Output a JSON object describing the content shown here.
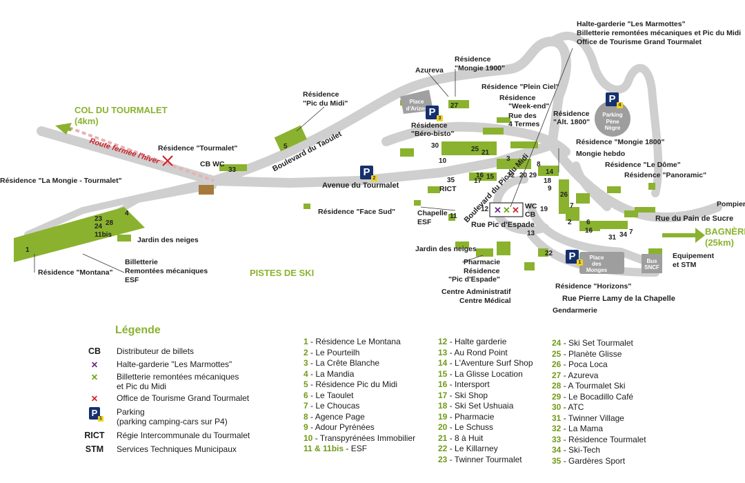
{
  "map": {
    "regions": {
      "col_tourmalet": "COL DU TOURMALET",
      "col_distance": "(4km)",
      "bagneres": "BAGNÈRES",
      "bagneres_distance": "(25km)",
      "pistes": "PISTES DE SKI"
    },
    "roads": {
      "route_fermee": "Route fermée l'hiver",
      "boulevard_taoulet": "Boulevard du Taoulet",
      "avenue_tourmalet": "Avenue du Tourmalet",
      "boulevard_pic": "Boulevard du Pic du Midi",
      "rue_pic_espade": "Rue Pic d'Espade",
      "rue_pain_sucre": "Rue du Pain de Sucre",
      "rue_pierre_lamy": "Rue Pierre Lamy de la Chapelle"
    },
    "labels": {
      "halte_line1": "Halte-garderie \"Les Marmottes\"",
      "halte_line2": "Billetterie remontées mécaniques et Pic du Midi",
      "halte_line3": "Office de Tourisme Grand Tourmalet",
      "res_mongie1900_1": "Résidence",
      "res_mongie1900_2": "\"Mongie 1900\"",
      "azureva": "Azureva",
      "res_pic_midi_1": "Résidence",
      "res_pic_midi_2": "\"Pic du Midi\"",
      "res_plein_ciel": "Résidence \"Plein Ciel\"",
      "res_weekend_1": "Résidence",
      "res_weekend_2": "\"Week-end\"",
      "rue_4_termes_1": "Rue des",
      "rue_4_termes_2": "4 Termes",
      "res_alt_1": "Résidence",
      "res_alt_2": "\"Alt. 1800\"",
      "res_bero_1": "Résidence",
      "res_bero_2": "\"Béro-bisto\"",
      "res_tourmalet": "Résidence \"Tourmalet\"",
      "cb_wc": "CB WC",
      "res_mongie_tourmalet": "Résidence \"La Mongie - Tourmalet\"",
      "res_mongie1800": "Résidence \"Mongie 1800\"",
      "mongie_hebdo": "Mongie hebdo",
      "res_dome": "Résidence \"Le Dôme\"",
      "res_panoramic": "Résidence \"Panoramic\"",
      "pompiers": "Pompiers",
      "res_face_sud": "Résidence \"Face Sud\"",
      "rict": "RICT",
      "chapelle_1": "Chapelle",
      "chapelle_2": "ESF",
      "wc": "WC",
      "cb": "CB",
      "jardin_neiges_right": "Jardin des neiges",
      "pharmacie": "Pharmacie",
      "res_pic_espade_1": "Résidence",
      "res_pic_espade_2": "\"Pic d'Espade\"",
      "centre_admin": "Centre Administratif",
      "centre_medical": "Centre Médical",
      "res_horizons": "Résidence \"Horizons\"",
      "gendarmerie": "Gendarmerie",
      "equipement": "Equipement",
      "stm": "et STM",
      "jardin_neiges_left": "Jardin des neiges",
      "res_montana": "Résidence \"Montana\"",
      "billetterie_1": "Billetterie",
      "billetterie_2": "Remontées mécaniques",
      "billetterie_3": "ESF",
      "parking_pene_1": "Parking",
      "parking_pene_2": "Pène Nègre",
      "place_arizes_1": "Place",
      "place_arizes_2": "d'Arizes",
      "place_monges_1": "Place",
      "place_monges_2": "des",
      "place_monges_3": "Monges",
      "bus_1": "Bus",
      "bus_2": "SNCF"
    },
    "parking": {
      "letter": "P",
      "p1": "1",
      "p2": "2",
      "p3": "3",
      "p4": "4"
    },
    "numbers": {
      "n27": "27",
      "n5": "5",
      "n33": "33",
      "n4": "4",
      "n30": "30",
      "n10": "10",
      "n25": "25",
      "n21": "21",
      "n3": "3",
      "n35": "35",
      "n17": "17",
      "n16a": "16",
      "n15": "15",
      "n32": "32",
      "n20": "20",
      "n29": "29",
      "n8": "8",
      "n14": "14",
      "n18": "18",
      "n9": "9",
      "n19": "19",
      "n12": "12",
      "n26": "26",
      "n7": "7",
      "n11": "11",
      "n13": "13",
      "n22": "22",
      "n2": "2",
      "n6": "6",
      "n16b": "16",
      "n31": "31",
      "n34": "34",
      "n7b": "7",
      "n1": "1",
      "n23": "23",
      "n24": "24",
      "n28": "28",
      "n11bis": "11bis"
    },
    "colors": {
      "road": "#cfcfcf",
      "building": "#8ab22e",
      "parking_blue": "#15306e",
      "parking_yellow": "#f2d21c",
      "green_text": "#8ab22e",
      "red": "#c8202a"
    }
  },
  "legend": {
    "title": "Légende",
    "keys": [
      {
        "key": "CB",
        "desc": "Distributeur de billets"
      },
      {
        "key": "✕",
        "key_color": "#6a2a86",
        "desc": "Halte-garderie \"Les Marmottes\""
      },
      {
        "key": "✕",
        "key_color": "#6ba816",
        "desc": "Billetterie remontées mécaniques",
        "desc2": "et Pic du Midi"
      },
      {
        "key": "✕",
        "key_color": "#d1262b",
        "desc": "Office de Tourisme Grand Tourmalet"
      },
      {
        "key": "P",
        "desc": "Parking",
        "desc2": "(parking camping-cars sur P4)"
      },
      {
        "key": "RICT",
        "desc": "Régie Intercommunale du Tourmalet"
      },
      {
        "key": "STM",
        "desc": "Services Techniques Municipaux"
      }
    ],
    "col1": [
      {
        "n": "1",
        "t": "Résidence Le Montana"
      },
      {
        "n": "2",
        "t": "Le Pourteilh"
      },
      {
        "n": "3",
        "t": "La Crête Blanche"
      },
      {
        "n": "4",
        "t": "La Mandia"
      },
      {
        "n": "5",
        "t": "Résidence Pic du Midi"
      },
      {
        "n": "6",
        "t": "Le Taoulet"
      },
      {
        "n": "7",
        "t": "Le Choucas"
      },
      {
        "n": "8",
        "t": "Agence Page"
      },
      {
        "n": "9",
        "t": "Adour Pyrénées"
      },
      {
        "n": "10",
        "t": "Transpyrénées Immobilier"
      },
      {
        "n": "11 & 11bis",
        "t": "ESF"
      }
    ],
    "col2": [
      {
        "n": "12",
        "t": "Halte garderie"
      },
      {
        "n": "13",
        "t": "Au Rond Point"
      },
      {
        "n": "14",
        "t": "L'Aventure Surf Shop"
      },
      {
        "n": "15",
        "t": "La Glisse Location"
      },
      {
        "n": "16",
        "t": "Intersport"
      },
      {
        "n": "17",
        "t": "Ski Shop"
      },
      {
        "n": "18",
        "t": "Ski Set Ushuaia"
      },
      {
        "n": "19",
        "t": "Pharmacie"
      },
      {
        "n": "20",
        "t": "Le Schuss"
      },
      {
        "n": "21",
        "t": "8 à Huit"
      },
      {
        "n": "22",
        "t": "Le Killarney"
      },
      {
        "n": "23",
        "t": "Twinner Tourmalet"
      }
    ],
    "col3": [
      {
        "n": "24",
        "t": "Ski Set Tourmalet"
      },
      {
        "n": "25",
        "t": "Planète Glisse"
      },
      {
        "n": "26",
        "t": "Poca Loca"
      },
      {
        "n": "27",
        "t": "Azureva"
      },
      {
        "n": "28",
        "t": "A Tourmalet Ski"
      },
      {
        "n": "29",
        "t": "Le Bocadillo Café"
      },
      {
        "n": "30",
        "t": "ATC"
      },
      {
        "n": "31",
        "t": "Twinner Village"
      },
      {
        "n": "32",
        "t": "La Mama"
      },
      {
        "n": "33",
        "t": "Résidence Tourmalet"
      },
      {
        "n": "34",
        "t": "Ski-Tech"
      },
      {
        "n": "35",
        "t": "Gardères Sport"
      }
    ]
  }
}
